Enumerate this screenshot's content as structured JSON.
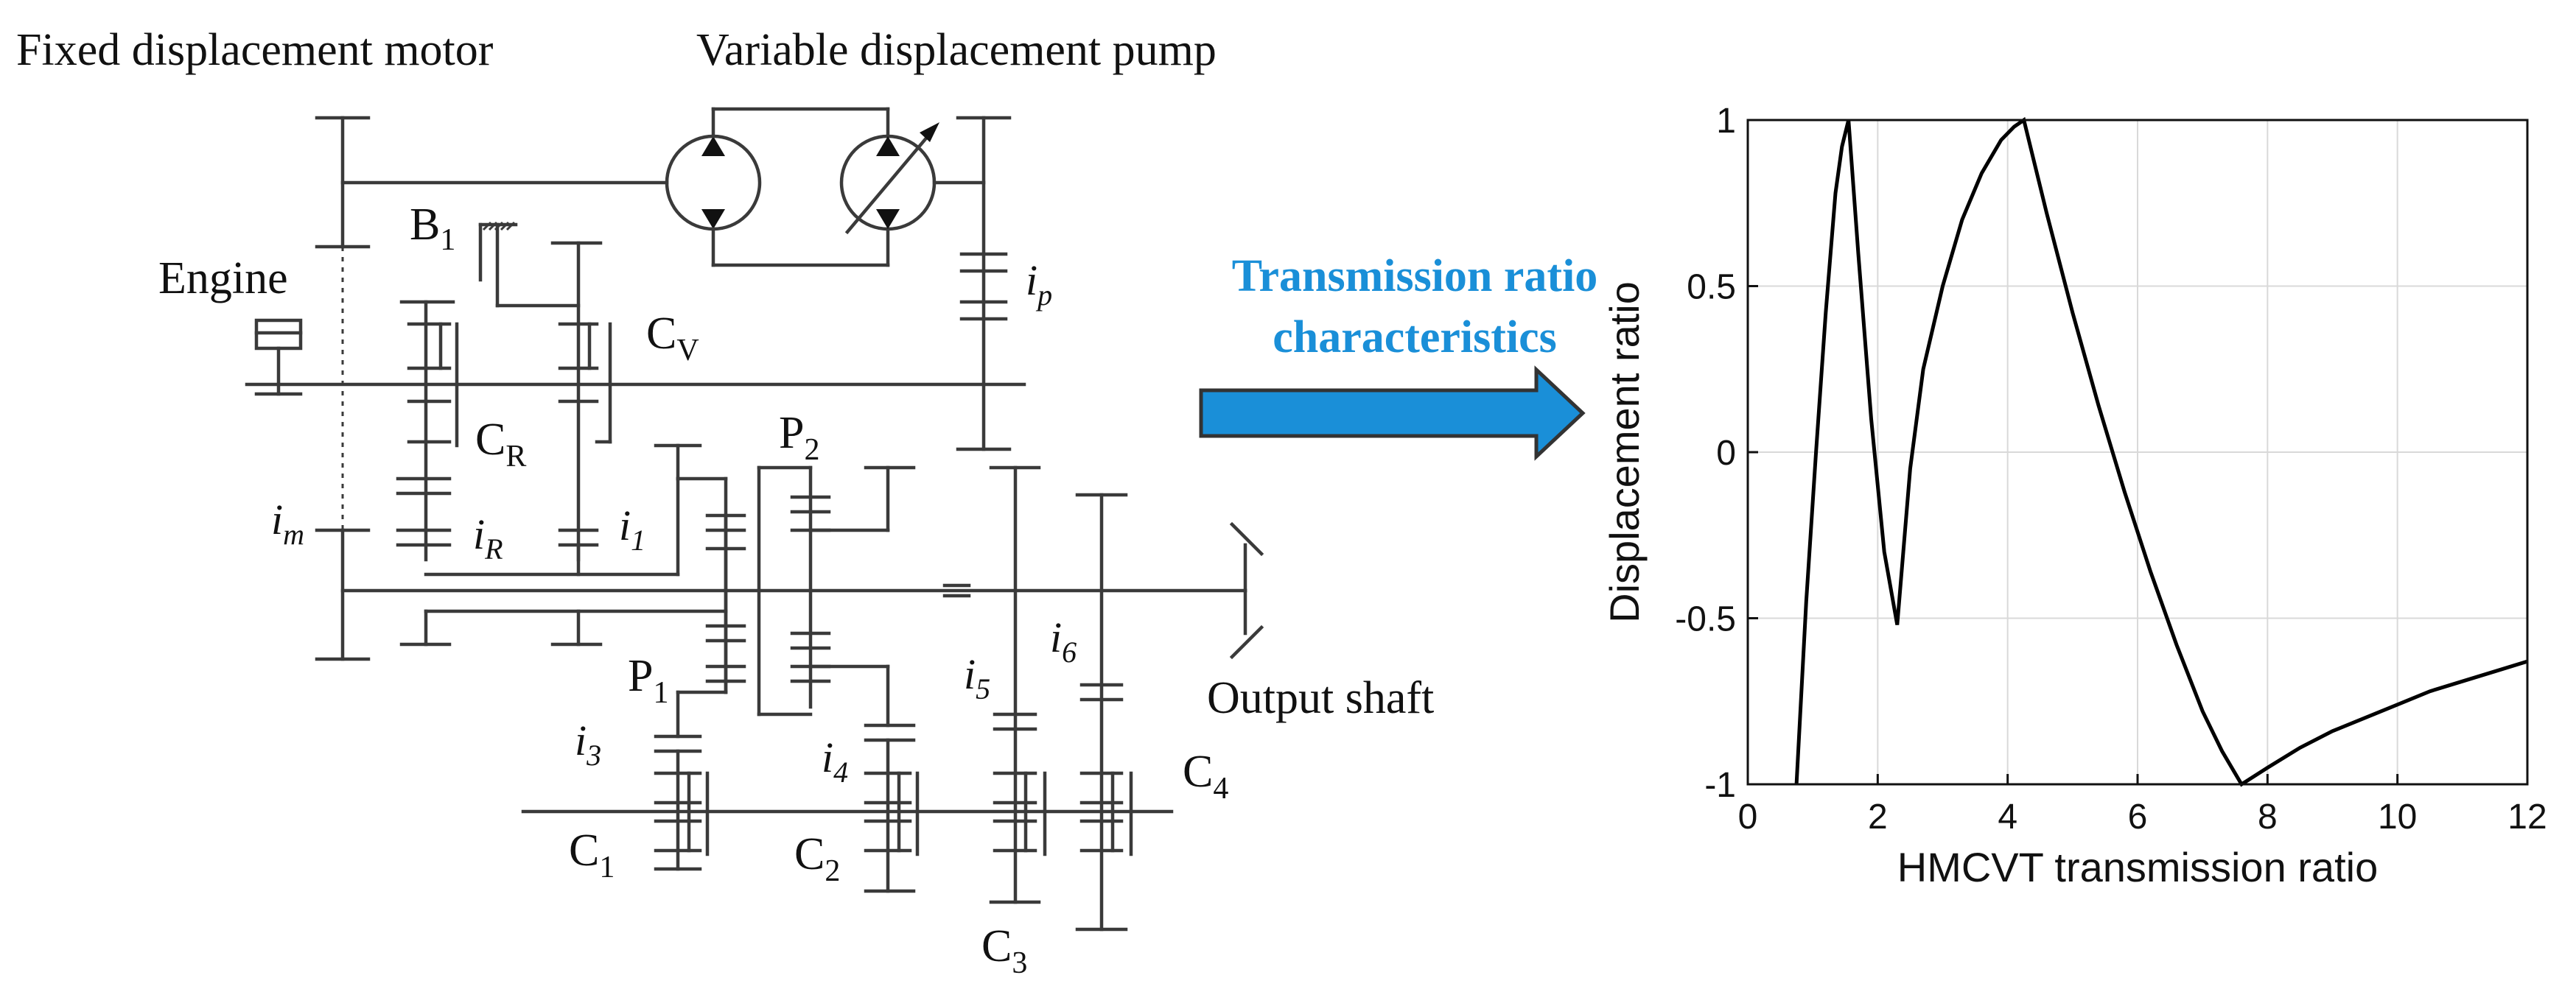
{
  "schematic": {
    "labels": {
      "motor": "Fixed displacement motor",
      "pump": "Variable displacement pump",
      "engine": "Engine",
      "b1": "B",
      "b1_sub": "1",
      "cv": "C",
      "cv_sub": "V",
      "cr": "C",
      "cr_sub": "R",
      "p2": "P",
      "p2_sub": "2",
      "p1": "P",
      "p1_sub": "1",
      "output": "Output shaft",
      "c1": "C",
      "c1_sub": "1",
      "c2": "C",
      "c2_sub": "2",
      "c3": "C",
      "c3_sub": "3",
      "c4": "C",
      "c4_sub": "4",
      "ip": "i",
      "ip_sub": "p",
      "im": "i",
      "im_sub": "m",
      "ir": "i",
      "ir_sub": "R",
      "i1": "i",
      "i1_sub": "1",
      "i3": "i",
      "i3_sub": "3",
      "i4": "i",
      "i4_sub": "4",
      "i5": "i",
      "i5_sub": "5",
      "i6": "i",
      "i6_sub": "6"
    }
  },
  "arrow": {
    "title_line1": "Transmission ratio",
    "title_line2": "characteristics",
    "color": "#1a8fd8"
  },
  "chart_data": {
    "type": "line",
    "xlabel": "HMCVT transmission ratio",
    "ylabel": "Displacement ratio",
    "xlim": [
      0,
      12
    ],
    "ylim": [
      -1,
      1
    ],
    "xticks": [
      0,
      2,
      4,
      6,
      8,
      10,
      12
    ],
    "yticks": [
      -1,
      -0.5,
      0,
      0.5,
      1
    ],
    "ytick_labels": [
      "-1",
      "-0.5",
      "0",
      "0.5",
      "1"
    ],
    "grid": true,
    "series": [
      {
        "color": "#000000",
        "x": [
          0.75,
          0.9,
          1.05,
          1.2,
          1.35,
          1.45,
          1.55,
          1.7,
          1.9,
          2.1,
          2.3,
          2.5,
          2.7,
          3.0,
          3.3,
          3.6,
          3.9,
          4.1,
          4.25,
          4.6,
          5.0,
          5.4,
          5.8,
          6.2,
          6.6,
          7.0,
          7.3,
          7.6,
          8.0,
          8.5,
          9.0,
          9.5,
          10.0,
          10.5,
          11.0,
          11.5,
          12.0
        ],
        "y": [
          -1.0,
          -0.45,
          0.0,
          0.42,
          0.78,
          0.92,
          1.0,
          0.6,
          0.1,
          -0.3,
          -0.52,
          -0.05,
          0.25,
          0.5,
          0.7,
          0.84,
          0.94,
          0.98,
          1.0,
          0.72,
          0.42,
          0.14,
          -0.12,
          -0.36,
          -0.58,
          -0.78,
          -0.9,
          -1.0,
          -0.95,
          -0.89,
          -0.84,
          -0.8,
          -0.76,
          -0.72,
          -0.69,
          -0.66,
          -0.63
        ]
      }
    ]
  }
}
